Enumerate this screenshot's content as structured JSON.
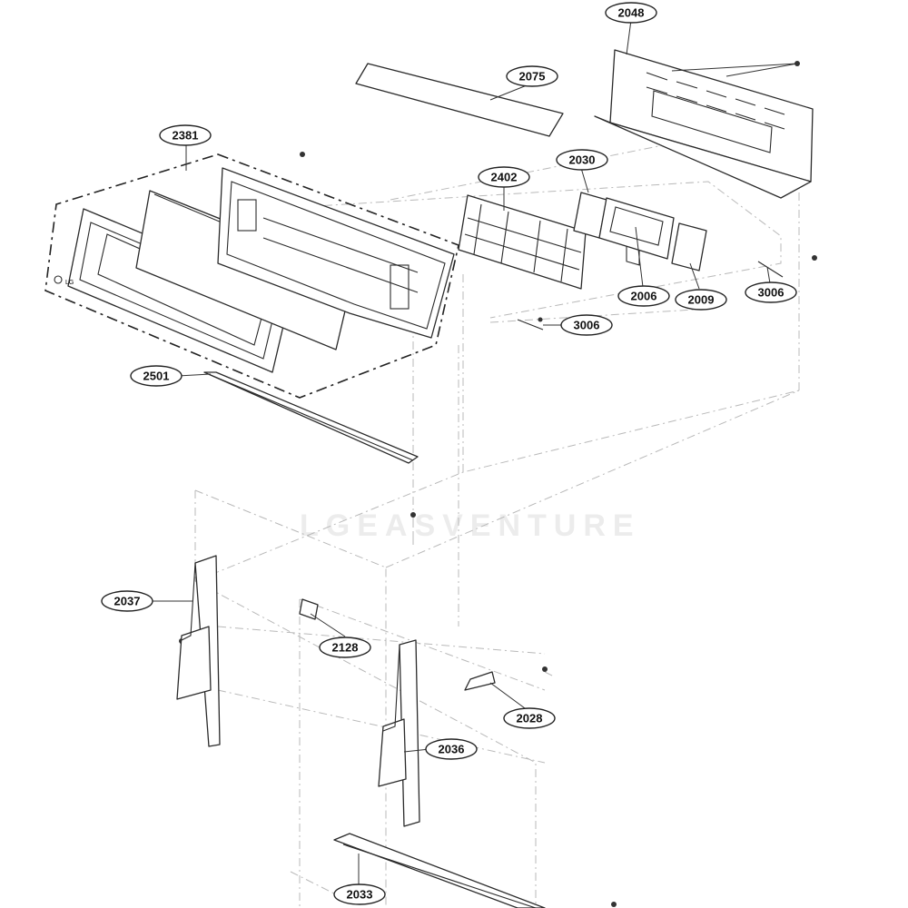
{
  "diagram": {
    "watermark": "LGEASVENTURE",
    "callouts": [
      {
        "id": "c2048",
        "label": "2048"
      },
      {
        "id": "c2075",
        "label": "2075"
      },
      {
        "id": "c2381",
        "label": "2381"
      },
      {
        "id": "c2030",
        "label": "2030"
      },
      {
        "id": "c2402",
        "label": "2402"
      },
      {
        "id": "c2006",
        "label": "2006"
      },
      {
        "id": "c2009",
        "label": "2009"
      },
      {
        "id": "c3006a",
        "label": "3006"
      },
      {
        "id": "c3006b",
        "label": "3006"
      },
      {
        "id": "c2501",
        "label": "2501"
      },
      {
        "id": "c2037",
        "label": "2037"
      },
      {
        "id": "c2128",
        "label": "2128"
      },
      {
        "id": "c2028",
        "label": "2028"
      },
      {
        "id": "c2036",
        "label": "2036"
      },
      {
        "id": "c2033",
        "label": "2033"
      }
    ],
    "logo_text": "LG"
  }
}
